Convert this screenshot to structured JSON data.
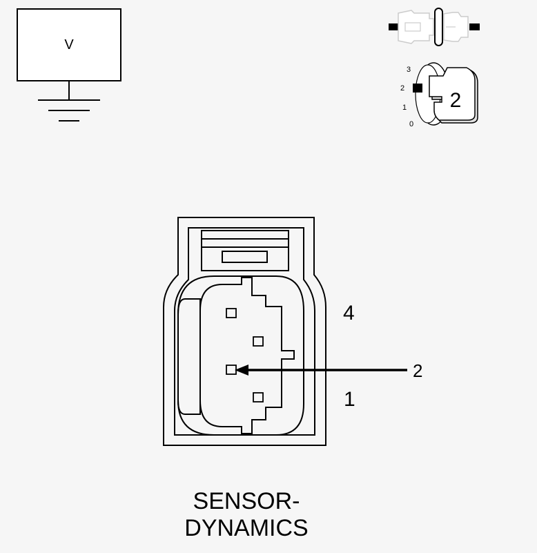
{
  "meter": {
    "display_label": "V"
  },
  "ignition": {
    "positions": [
      "3",
      "2",
      "1",
      "0"
    ],
    "selected_position": "2"
  },
  "connector": {
    "pin_labels": {
      "top_pin": "4",
      "arrowed_pin": "2",
      "bottom_pin": "1"
    },
    "title_line1": "SENSOR-",
    "title_line2": "DYNAMICS"
  },
  "colors": {
    "background": "#f6f6f6",
    "line": "#000000",
    "light_line": "#cccccc",
    "fill": "#ffffff"
  }
}
